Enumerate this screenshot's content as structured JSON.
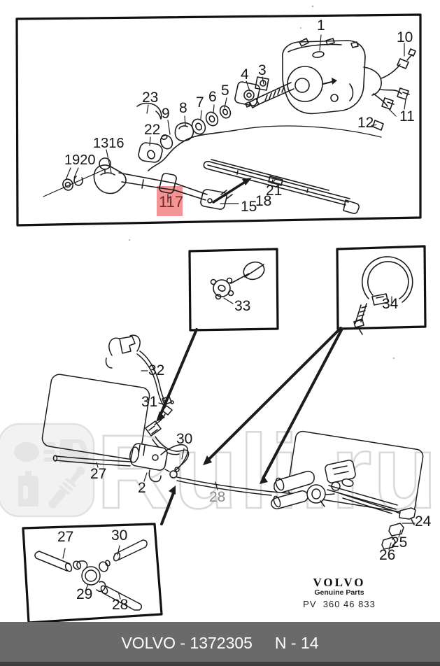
{
  "colors": {
    "highlight_fill": "#f49494",
    "highlight_text": "#6e2a2a",
    "footer_bar": "#6a6a6a",
    "footer_bar_edge": "#3e3e3e",
    "watermark_gray": "#d9d9d9",
    "line_ink": "#1c1c1c"
  },
  "watermark": {
    "text": "Ruli.ru"
  },
  "parts": {
    "n1": "1",
    "n3": "3",
    "n4": "4",
    "n5": "5",
    "n6": "6",
    "n7": "7",
    "n8": "8",
    "n9": "9",
    "n10": "10",
    "n11": "11",
    "n12": "12",
    "n23": "23",
    "n22": "22",
    "n13_16": "1316",
    "n19_20": "1920",
    "n17_highlight": "117",
    "n15": "15",
    "n18": "18",
    "n21": "21",
    "n33": "33",
    "n34": "34",
    "n32": "32",
    "n31": "31",
    "n30": "30",
    "n27": "27",
    "n2": "2",
    "n28": "28",
    "n24": "24",
    "n25": "25",
    "n26": "26",
    "inset_n27": "27",
    "inset_n30": "30",
    "inset_n29": "29",
    "inset_n28": "28"
  },
  "brand": {
    "name": "VOLVO",
    "tagline": "Genuine Parts",
    "code": "PV  360 46 833"
  },
  "footer": {
    "text": "VOLVO - 1372305     N - 14"
  }
}
